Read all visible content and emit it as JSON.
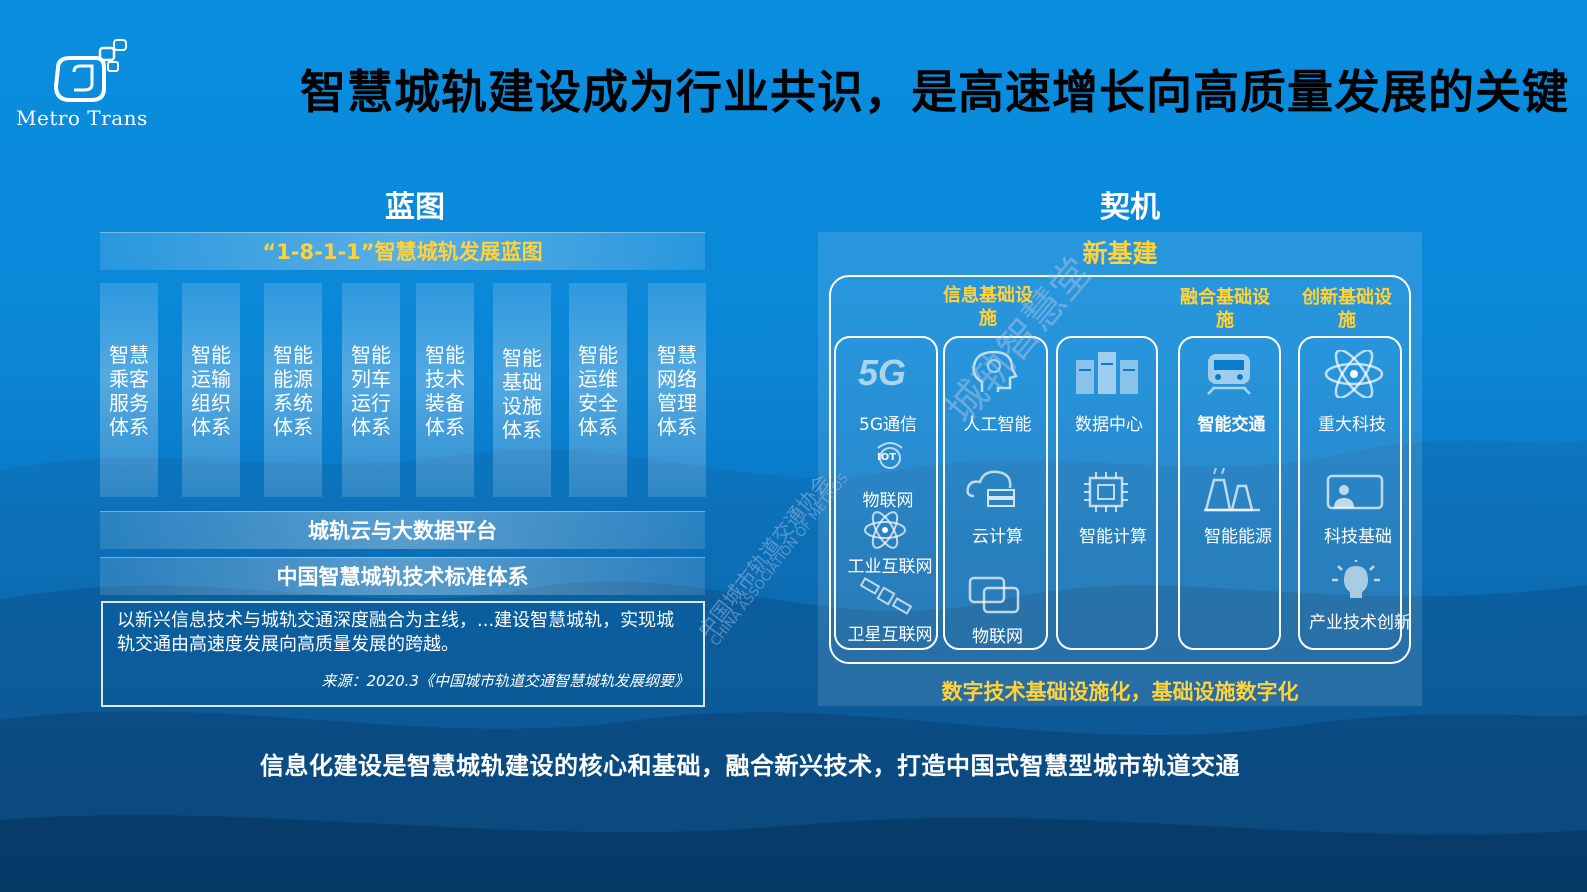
{
  "logo": {
    "text": "Metro Trans"
  },
  "title": "智慧城轨建设成为行业共识，是高速增长向高质量发展的关键",
  "left": {
    "heading": "蓝图",
    "blueprint_band": "“1-8-1-1”智慧城轨发展蓝图",
    "pillars": [
      "智慧乘客服务体系",
      "智能运输组织体系",
      "智能能源系统体系",
      "智能列车运行体系",
      "智能技术装备体系",
      "智能基础设施体系",
      "智能运维安全体系",
      "智慧网络管理体系"
    ],
    "cloud_band": "城轨云与大数据平台",
    "standard_band": "中国智慧城轨技术标准体系",
    "quote": "以新兴信息技术与城轨交通深度融合为主线，...建设智慧城轨，实现城轨交通由高速度发展向高质量发展的跨越。",
    "source": "来源：2020.3《中国城市轨道交通智慧城轨发展纲要》"
  },
  "right": {
    "heading": "契机",
    "new_infra": "新基建",
    "groups": {
      "info": "信息基础设施",
      "fusion": "融合基础设施",
      "innovation": "创新基础设施"
    },
    "items": {
      "c1": [
        "5G通信",
        "物联网",
        "工业互联网",
        "卫星互联网"
      ],
      "c2": [
        "人工智能",
        "云计算",
        "物联网"
      ],
      "c3": [
        "数据中心",
        "智能计算"
      ],
      "c4": [
        "智能交通",
        "智能能源"
      ],
      "c5": [
        "重大科技",
        "科技基础",
        "产业技术创新"
      ]
    },
    "icon_5g": "5G",
    "icon_iot": "IOT",
    "slogan": "数字技术基础设施化，基础设施数字化"
  },
  "footer": "信息化建设是智慧城轨建设的核心和基础，融合新兴技术，打造中国式智慧型城市轨道交通",
  "watermark": {
    "cn": "城轨智慧堂",
    "en": "CHINA ASSOCIATION OF METROS",
    "cn2": "中国城市轨道交通协会"
  },
  "colors": {
    "accent_yellow": "#ffd23a",
    "bg_blue": "#0a8fe0"
  }
}
